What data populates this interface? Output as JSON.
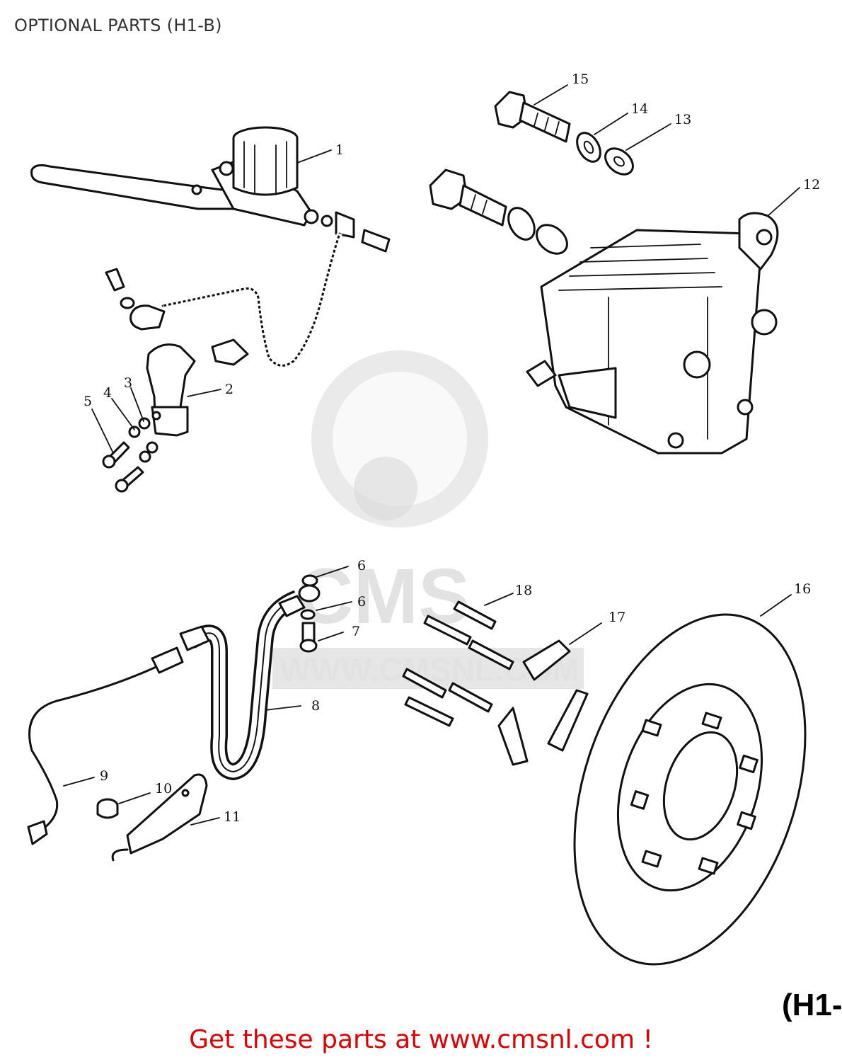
{
  "title": "OPTIONAL PARTS (H1-B)",
  "footer": "Get these parts at www.cmsnl.com !",
  "diagram_code": "(H1-",
  "watermark": {
    "logo": "CMS",
    "url": "WWW.CMSNL.COM"
  },
  "callouts": [
    "1",
    "2",
    "3",
    "4",
    "5",
    "6",
    "6",
    "7",
    "8",
    "9",
    "10",
    "11",
    "12",
    "13",
    "14",
    "15",
    "16",
    "17",
    "18"
  ]
}
